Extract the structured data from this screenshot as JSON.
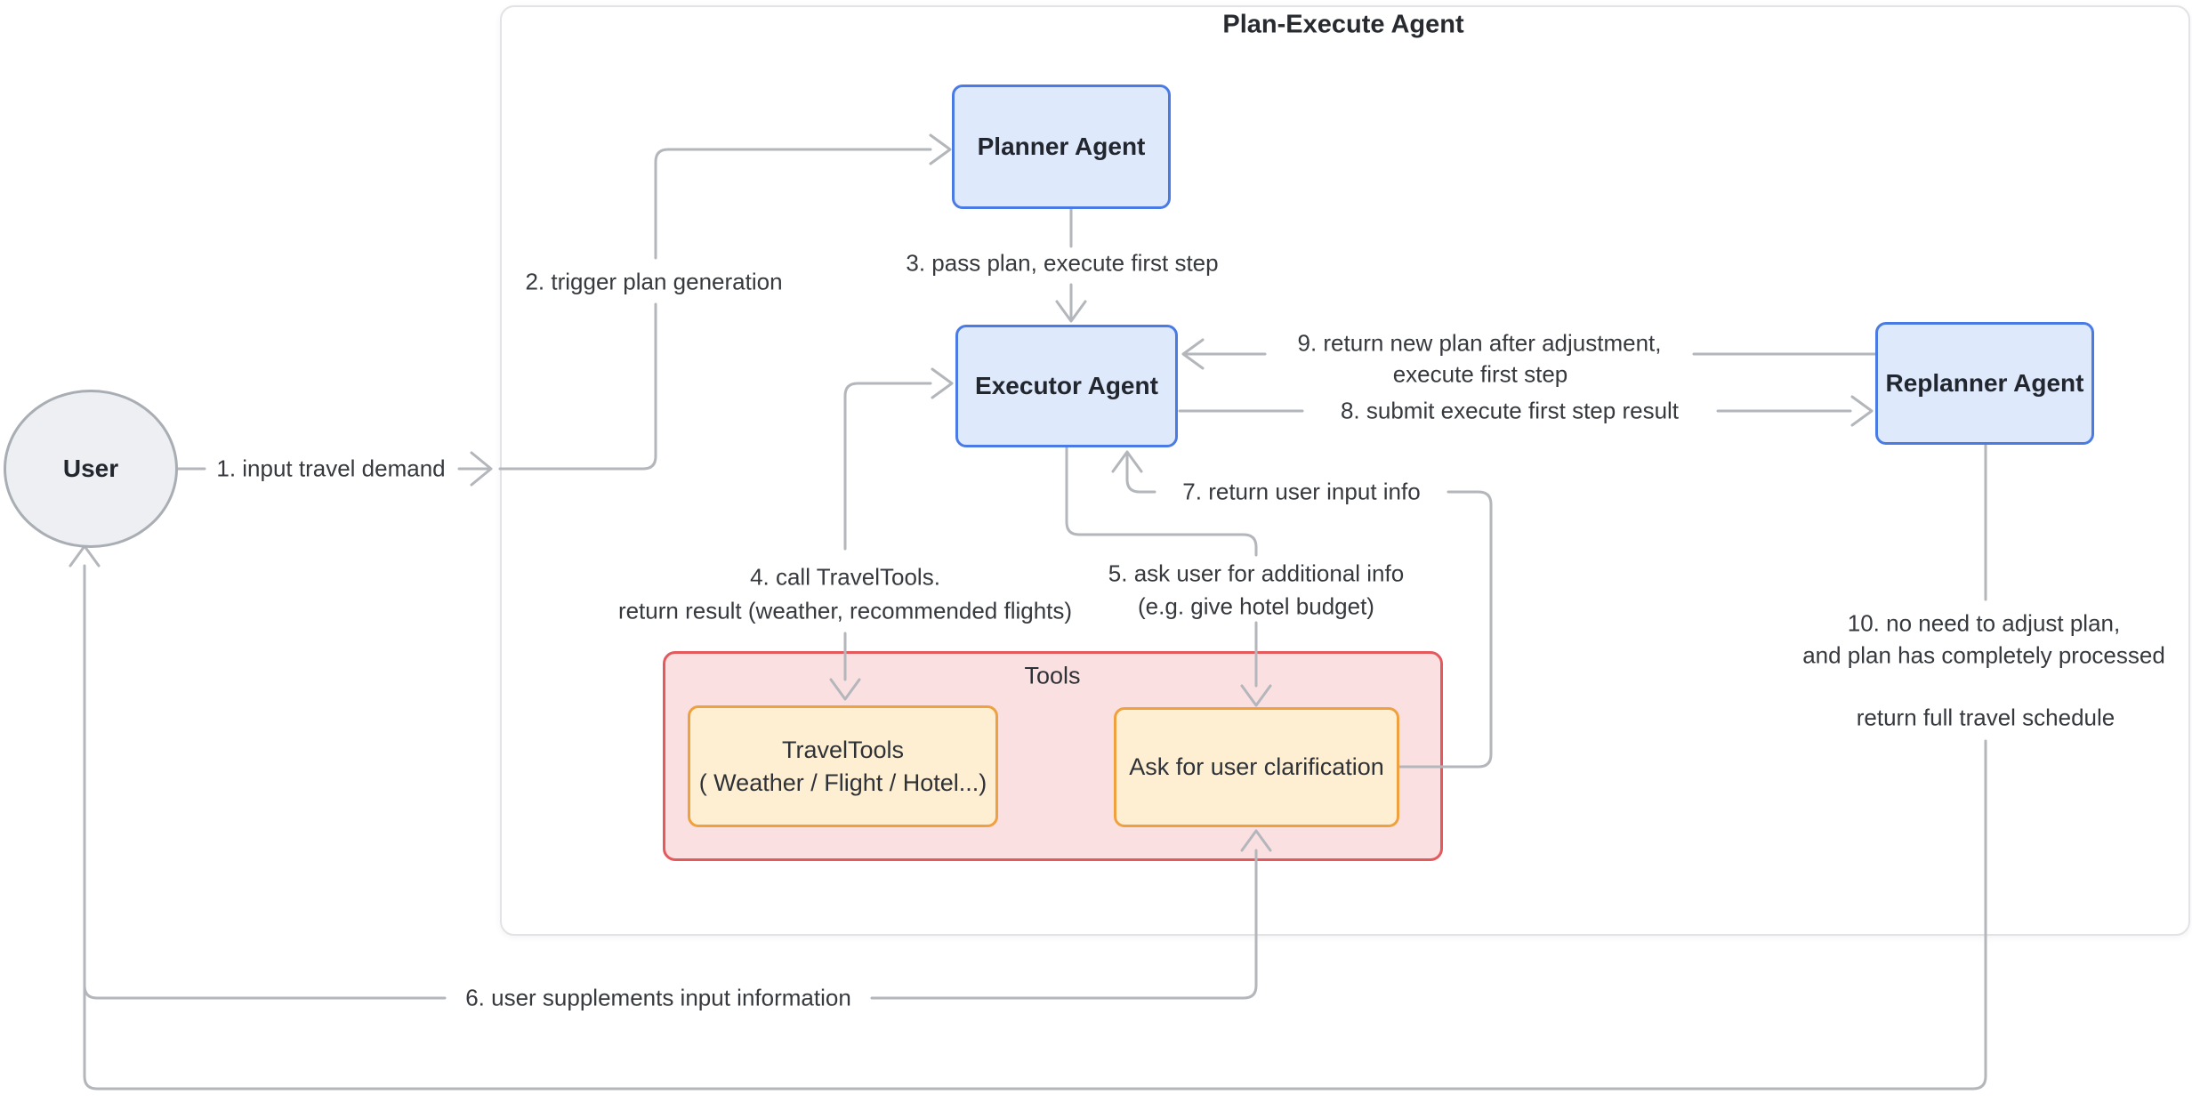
{
  "title": "Plan-Execute Agent",
  "nodes": {
    "user": {
      "label": "User"
    },
    "planner": {
      "label": "Planner Agent"
    },
    "executor": {
      "label": "Executor Agent"
    },
    "replanner": {
      "label": "Replanner Agent"
    },
    "tools_group": {
      "label": "Tools"
    },
    "travel_tools": {
      "line1": "TravelTools",
      "line2": "( Weather / Flight / Hotel...)"
    },
    "ask_user": {
      "label": "Ask for user clarification"
    }
  },
  "edges": {
    "e1": "1. input travel demand",
    "e2": "2. trigger plan generation",
    "e3": "3. pass plan, execute first step",
    "e4_line1": "4. call TravelTools.",
    "e4_line2": "return result (weather, recommended flights)",
    "e5_line1": "5. ask user for additional info",
    "e5_line2": "(e.g. give hotel budget)",
    "e6": "6. user supplements input information",
    "e7": "7. return user input info",
    "e8": "8. submit execute first step result",
    "e9_line1": "9. return new plan after adjustment,",
    "e9_line2": "execute first step",
    "e10_line1": "10. no need to adjust plan,",
    "e10_line2": "and plan has completely processed",
    "e10_line3": "return full travel schedule"
  },
  "colors": {
    "agent_fill": "#dfe9fc",
    "agent_border": "#4a7ae4",
    "tools_fill": "#fbe0e2",
    "tools_border": "#e4595c",
    "tool_box_fill": "#feeed2",
    "tool_box_border": "#efa03f",
    "user_fill": "#edeff2",
    "user_border": "#a9aeb4",
    "edge_line": "#b3b6ba",
    "text": "#36393d"
  }
}
